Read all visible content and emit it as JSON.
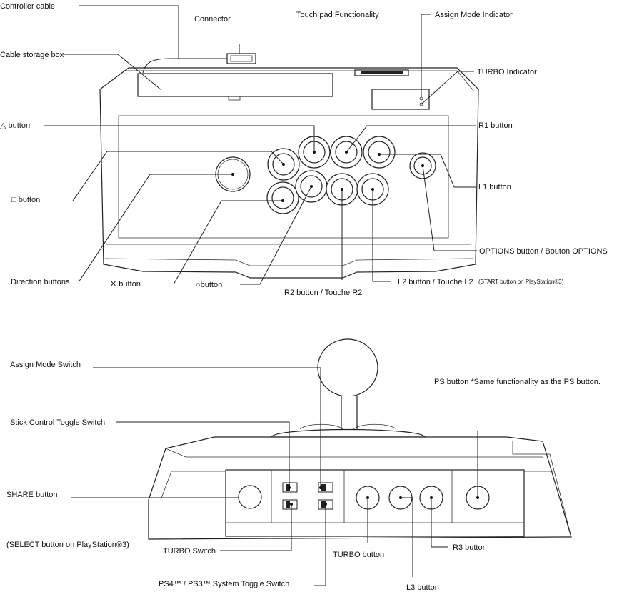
{
  "top_view": {
    "labels": {
      "controller_cable": "Controller cable",
      "connector": "Connector",
      "touch_pad": "Touch pad Functionality",
      "assign_mode_indicator": "Assign Mode Indicator",
      "cable_storage_box": "Cable storage box",
      "turbo_indicator": "TURBO Indicator",
      "triangle_button": "△ button",
      "r1_button": "R1 button",
      "square_button": "□ button",
      "l1_button": "L1 button",
      "options_button": "OPTIONS button / Bouton OPTIONS",
      "direction_buttons": "Direction buttons",
      "cross_button": "✕ button",
      "circle_button": "○button",
      "r2_button": "R2 button / Touche R2",
      "l2_button": "L2 button / Touche L2",
      "start_note": "(START button on PlayStation®3)"
    }
  },
  "side_view": {
    "labels": {
      "assign_mode_switch": "Assign Mode Switch",
      "ps_button": "PS button *Same functionality as the PS button.",
      "stick_toggle": "Stick Control Toggle Switch",
      "share_button": "SHARE button",
      "select_note": "(SELECT button on PlayStation®3)",
      "turbo_switch": "TURBO Switch",
      "turbo_button": "TURBO button",
      "r3_button": "R3 button",
      "system_toggle": "PS4™ / PS3™  System Toggle Switch",
      "l3_button": "L3 button"
    }
  }
}
